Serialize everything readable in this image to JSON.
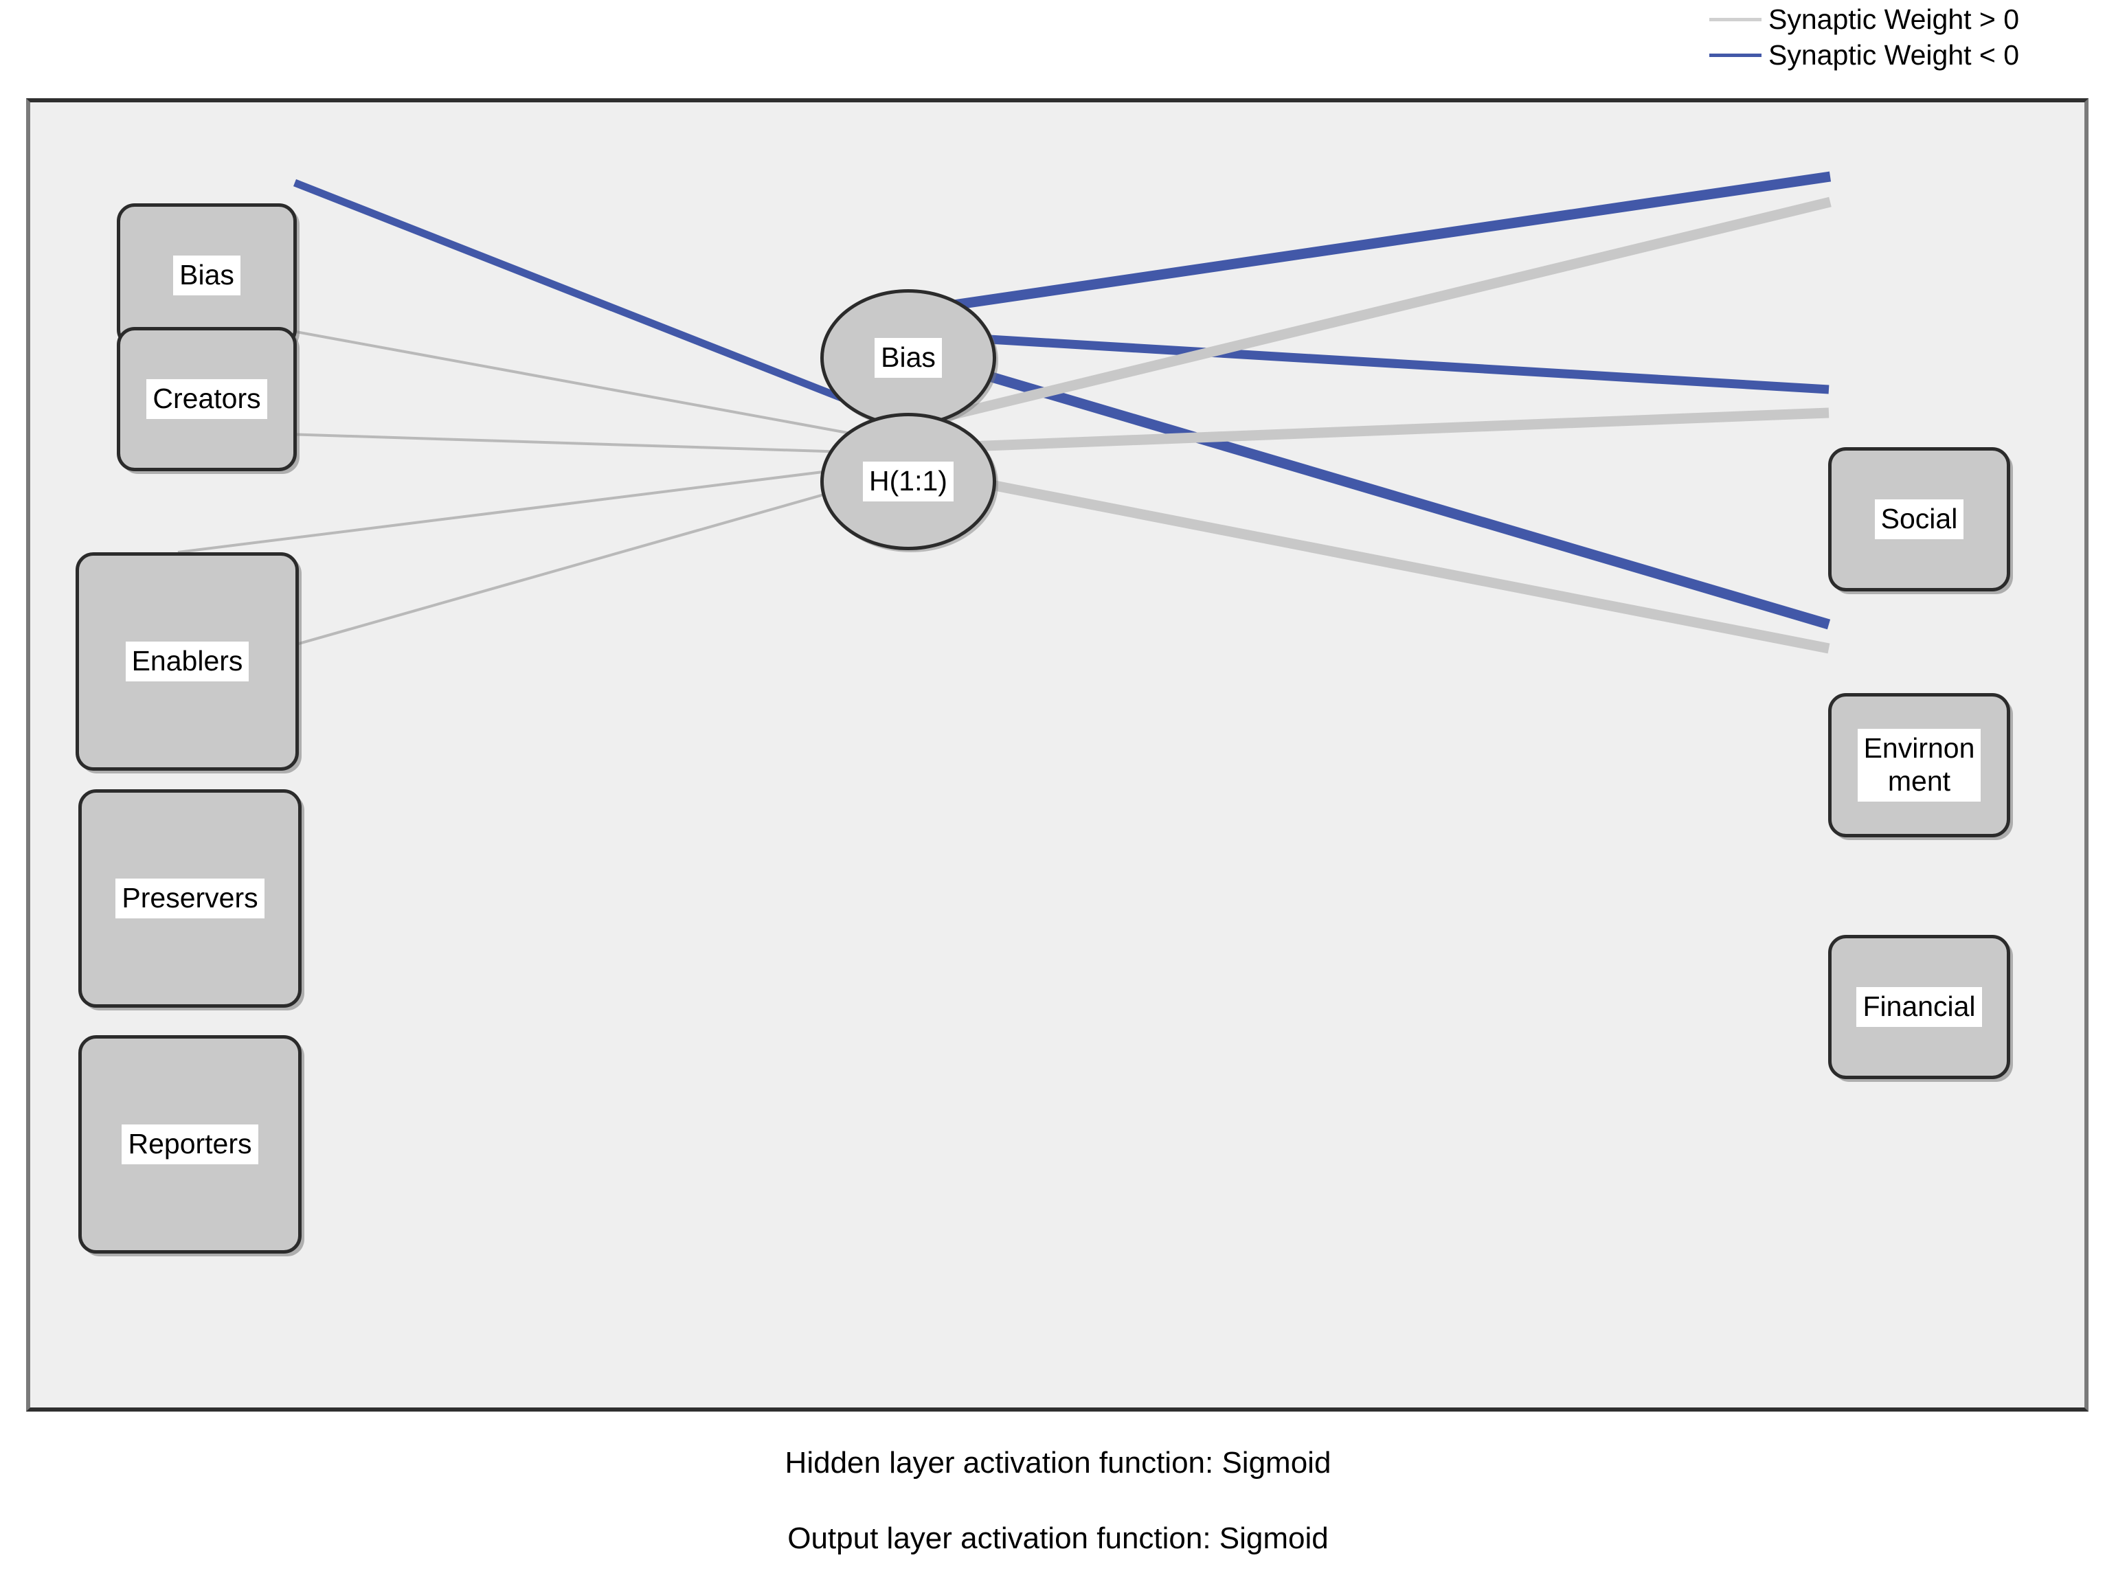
{
  "legend": {
    "items": [
      {
        "label": "Synaptic Weight > 0",
        "color": "#d0d0d0"
      },
      {
        "label": "Synaptic Weight < 0",
        "color": "#4258a8"
      }
    ]
  },
  "colors": {
    "panel_background": "#efefef",
    "node_fill": "#c9c9c9",
    "node_border": "#2b2b2b",
    "positive_weight": "#d0d0d0",
    "negative_weight": "#4258a8",
    "label_background": "#ffffff",
    "text": "#000000"
  },
  "diagram": {
    "type": "neural-network",
    "input_layer": {
      "nodes": [
        {
          "id": "in-bias",
          "label": "Bias"
        },
        {
          "id": "in-creators",
          "label": "Creators"
        },
        {
          "id": "in-enablers",
          "label": "Enablers"
        },
        {
          "id": "in-preservers",
          "label": "Preservers"
        },
        {
          "id": "in-reporters",
          "label": "Reporters"
        }
      ]
    },
    "hidden_layer": {
      "nodes": [
        {
          "id": "hid-bias",
          "label": "Bias"
        },
        {
          "id": "hid-h11",
          "label": "H(1:1)"
        }
      ]
    },
    "output_layer": {
      "nodes": [
        {
          "id": "out-social",
          "label": "Social"
        },
        {
          "id": "out-environment",
          "label": "Envirnon\nment"
        },
        {
          "id": "out-financial",
          "label": "Financial"
        }
      ]
    },
    "connections": [
      {
        "from": "in-bias",
        "to": "hid-h11",
        "sign": "negative",
        "weight_class": "thick"
      },
      {
        "from": "in-creators",
        "to": "hid-h11",
        "sign": "positive",
        "weight_class": "thin"
      },
      {
        "from": "in-enablers",
        "to": "hid-h11",
        "sign": "positive",
        "weight_class": "thin"
      },
      {
        "from": "in-preservers",
        "to": "hid-h11",
        "sign": "positive",
        "weight_class": "thin"
      },
      {
        "from": "in-reporters",
        "to": "hid-h11",
        "sign": "positive",
        "weight_class": "thin"
      },
      {
        "from": "hid-bias",
        "to": "out-social",
        "sign": "negative",
        "weight_class": "thick"
      },
      {
        "from": "hid-bias",
        "to": "out-environment",
        "sign": "negative",
        "weight_class": "thick"
      },
      {
        "from": "hid-bias",
        "to": "out-financial",
        "sign": "negative",
        "weight_class": "thick"
      },
      {
        "from": "hid-h11",
        "to": "out-social",
        "sign": "positive",
        "weight_class": "thick"
      },
      {
        "from": "hid-h11",
        "to": "out-environment",
        "sign": "positive",
        "weight_class": "thick"
      },
      {
        "from": "hid-h11",
        "to": "out-financial",
        "sign": "positive",
        "weight_class": "thick"
      }
    ]
  },
  "footer": {
    "hidden_activation": "Hidden layer activation function: Sigmoid",
    "output_activation": "Output layer activation function: Sigmoid"
  }
}
